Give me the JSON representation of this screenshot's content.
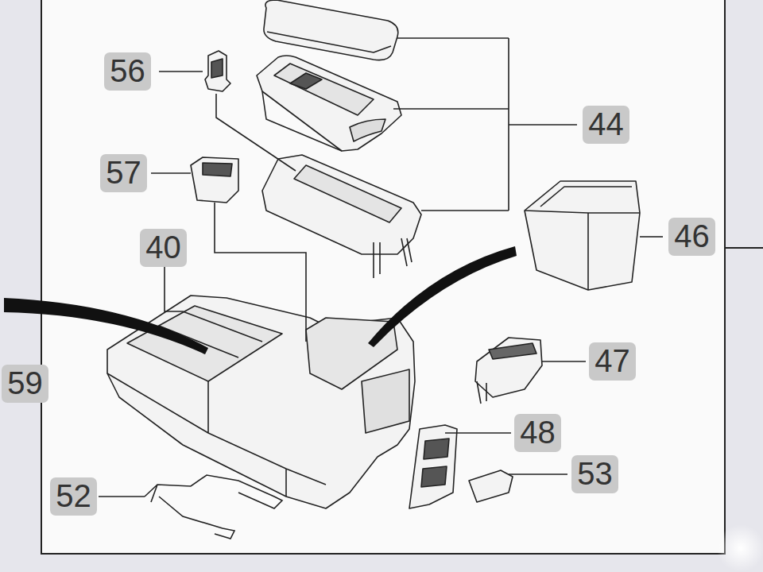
{
  "diagram": {
    "nodes": [
      {
        "text": [
          "56"
        ]
      },
      {
        "text": [
          "44"
        ]
      },
      {
        "text": [
          "57"
        ]
      },
      {
        "text": [
          "46"
        ]
      },
      {
        "text": [
          "40"
        ]
      },
      {
        "text": [
          "47"
        ]
      },
      {
        "text": [
          "59"
        ]
      },
      {
        "text": [
          "48"
        ]
      },
      {
        "text": [
          "53"
        ]
      },
      {
        "text": [
          "52"
        ]
      }
    ]
  }
}
